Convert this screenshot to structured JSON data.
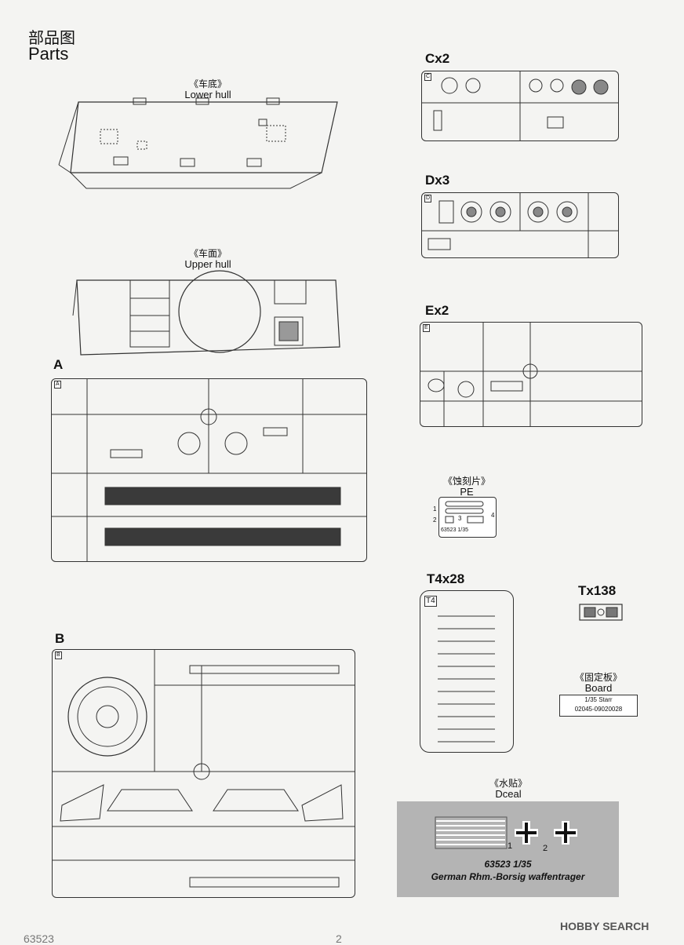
{
  "header": {
    "title_cn": "部品图",
    "title_en": "Parts"
  },
  "hull": {
    "lower_cn": "《车底》",
    "lower_en": "Lower hull",
    "upper_cn": "《车面》",
    "upper_en": "Upper hull"
  },
  "sprues": {
    "a_title": "A",
    "b_title": "B",
    "c_title": "Cx2",
    "c_tag": "C",
    "d_title": "Dx3",
    "d_tag": "D",
    "e_title": "Ex2",
    "e_tag": "E",
    "t4_title": "T4x28",
    "t4_tag": "T4",
    "tx_title": "Tx138"
  },
  "pe": {
    "label_cn": "《蚀刻片》",
    "label_en": "PE",
    "code": "63523  1/35",
    "num1": "1",
    "num2": "2",
    "num3": "3",
    "num4": "4"
  },
  "board": {
    "label_cn": "《固定板》",
    "label_en": "Board",
    "line1": "1/35 Starr",
    "line2": "02045-09020028"
  },
  "decal": {
    "label_cn": "《水贴》",
    "label_en": "Dceal",
    "num1": "1",
    "num2": "2",
    "code": "63523 1/35",
    "name": "German Rhm.-Borsig waffentrager"
  },
  "footer": {
    "logo": "HOBBY SEARCH",
    "page_left": "63523",
    "page_num": "2"
  },
  "colors": {
    "line": "#333333",
    "decal_bg": "#b4b4b4",
    "paper": "#f4f4f2"
  }
}
